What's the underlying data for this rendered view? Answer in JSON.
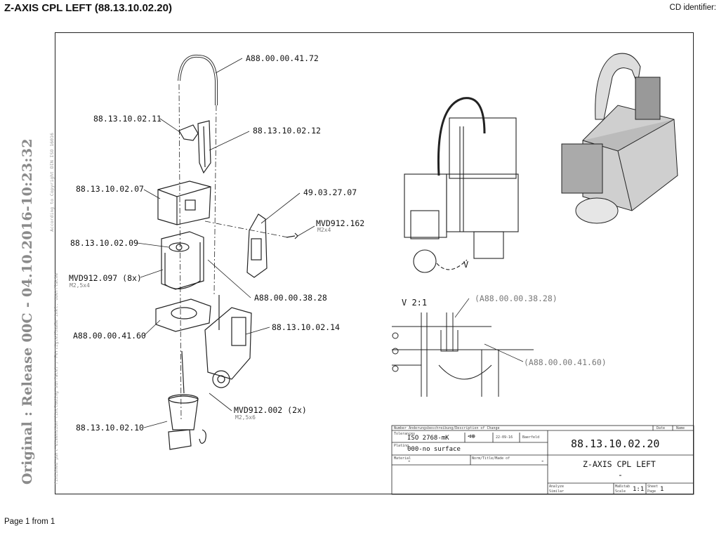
{
  "header": {
    "title": "Z-AXIS CPL LEFT (88.13.10.02.20)",
    "cd_identifier": "CD identifier:"
  },
  "footer": {
    "page": "Page 1 from 1"
  },
  "side": {
    "release": "Original : Release 00C - 04.10.2016-10:23:32",
    "copyright": "According to Copyright DIN ISO 16016",
    "finished": "finished part dimension (including surface) / Fertigteilmaße inkl. Oberfläche"
  },
  "callouts": {
    "hose": "A88.00.00.41.72",
    "p11": "88.13.10.02.11",
    "p12": "88.13.10.02.12",
    "p07": "88.13.10.02.07",
    "pcb": "49.03.27.07",
    "screw162": "MVD912.162",
    "screw162_size": "M2x4",
    "p09": "88.13.10.02.09",
    "screw097": "MVD912.097 (8x)",
    "screw097_size": "M2,5x4",
    "p3828": "A88.00.00.38.28",
    "p4160": "A88.00.00.41.60",
    "p14": "88.13.10.02.14",
    "screw002": "MVD912.002 (2x)",
    "screw002_size": "M2,5x6",
    "p10": "88.13.10.02.10"
  },
  "detail": {
    "view_marker": "V",
    "view_title": "V 2:1",
    "ref3828": "(A88.00.00.38.28)",
    "ref4160": "(A88.00.00.41.60)"
  },
  "titleblock": {
    "change_header": "Number  Änderungsbeschreibung/Description of Change",
    "date_hdr": "Date",
    "name_hdr": "Name",
    "tolerances_lbl": "Tolerances",
    "tolerance": "ISO 2768-mK",
    "date": "22-09-16",
    "author": "Baerfeld",
    "plating_lbl": "Plating",
    "surface": "000-no surface",
    "material_lbl": "Material",
    "material": "-",
    "norm_lbl": "Norm/Title/Made of",
    "norm_value": "-",
    "drawing_number": "88.13.10.02.20",
    "drawing_name": "Z-AXIS CPL LEFT",
    "drawing_name2": "-",
    "analyze_lbl": "Analyze",
    "similar_lbl": "Similar",
    "scale_lbl": "Maßstab",
    "scale_lbl2": "Scale",
    "scale": "1:1",
    "sheet_lbl": "Sheet",
    "sheet_lbl2": "Page",
    "sheet": "1"
  }
}
